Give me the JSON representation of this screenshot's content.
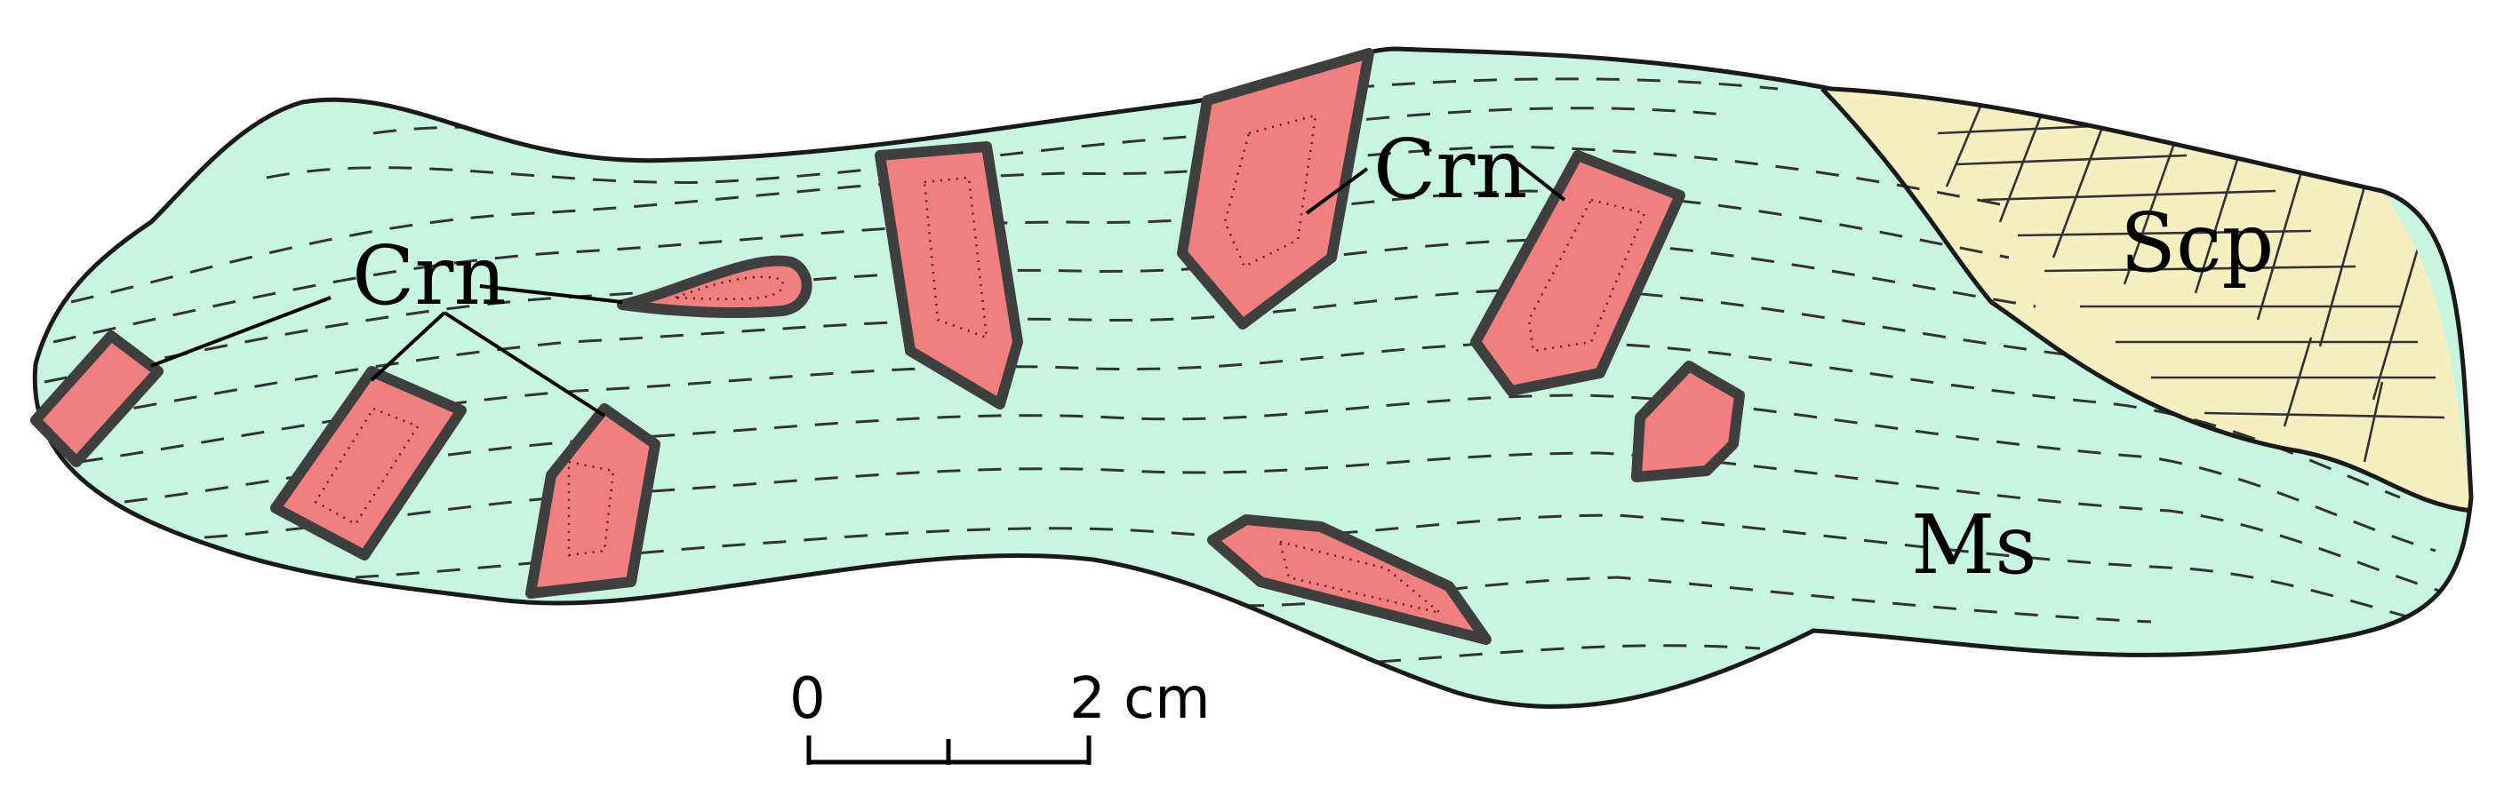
{
  "labels": {
    "crn_left": "Crn",
    "crn_upper": "Crn",
    "scp": "Scp",
    "ms": "Ms"
  },
  "scale_bar": {
    "zero": "0",
    "end": "2 cm"
  },
  "colors": {
    "muscovite_matrix": "#c8f5e0",
    "corundum": "#f08080",
    "scapolite": "#f5efc2",
    "outline": "#1a1a1a"
  }
}
